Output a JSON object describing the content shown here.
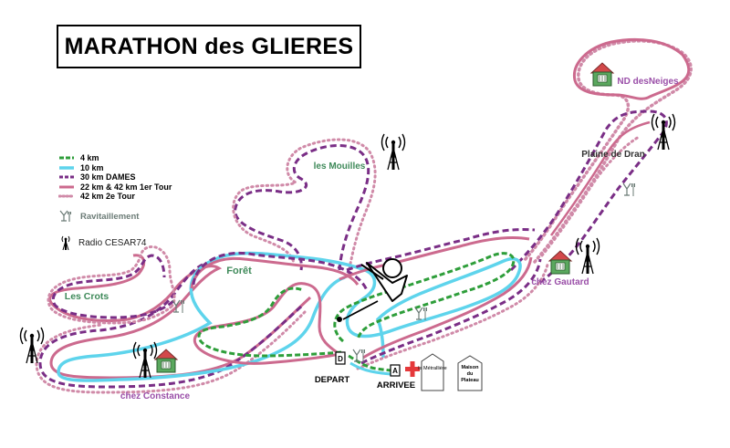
{
  "title": "MARATHON des GLIERES",
  "legend": {
    "items": [
      {
        "label": "4 km",
        "color": "#2e9e3a",
        "style": "dashed"
      },
      {
        "label": "10 km",
        "color": "#5ed4ec",
        "style": "solid"
      },
      {
        "label": "30 km DAMES",
        "color": "#7a2e86",
        "style": "dashed"
      },
      {
        "label": "22 km & 42 km 1er Tour",
        "color": "#cc6a8e",
        "style": "solid"
      },
      {
        "label": "42 km 2e Tour",
        "color": "#d08aa8",
        "style": "dotted"
      }
    ],
    "ravitaillement_label": "Ravitaillement",
    "radio_label": "Radio CESAR74"
  },
  "places": {
    "les_mouilles": "les Mouilles",
    "foret": "Forêt",
    "les_crots": "Les Crots",
    "plaine_de_dran": "Plaine de Dran",
    "nd_des_neiges": "ND desNeiges",
    "chez_gautard": "chez Gautard",
    "chez_constance": "chez Constance",
    "depart": "DEPART",
    "arrivee": "ARRIVEE",
    "la_metralliere": "la Métrallière",
    "maison_du_plateau_1": "Maison",
    "maison_du_plateau_2": "du",
    "maison_du_plateau_3": "Plateau",
    "depart_marker": "D",
    "arrivee_marker": "A"
  },
  "colors": {
    "green": "#2e9e3a",
    "cyan": "#5ed4ec",
    "purple": "#7a2e86",
    "pink": "#cc6a8e",
    "pink_dotted": "#d08aa8",
    "house_roof": "#d2484a",
    "house_body": "#5aa85e",
    "red_cross": "#e5393b",
    "place_green": "#3f8a5a",
    "place_purple": "#9a4fa8"
  }
}
